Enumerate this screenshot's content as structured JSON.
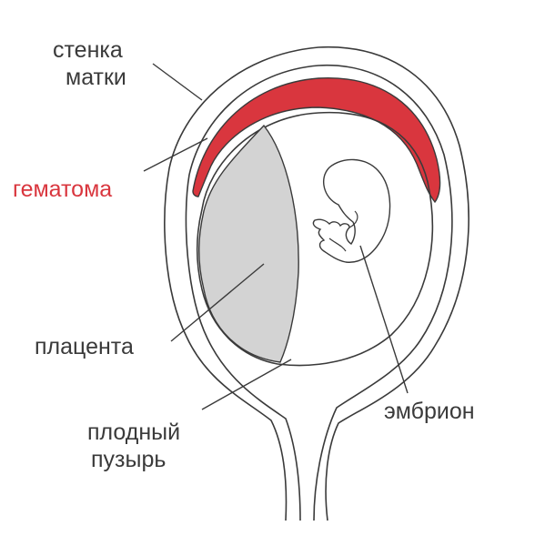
{
  "labels": {
    "uterine_wall_line1": "стенка",
    "uterine_wall_line2": "матки",
    "hematoma": "гематома",
    "placenta": "плацента",
    "embryo": "эмбрион",
    "amniotic_sac_line1": "плодный",
    "amniotic_sac_line2": "пузырь"
  },
  "colors": {
    "hematoma": "#d9363e",
    "placenta": "#d3d3d3",
    "outline": "#3a3a3a",
    "text": "#3a3a3a",
    "background": "#ffffff"
  }
}
